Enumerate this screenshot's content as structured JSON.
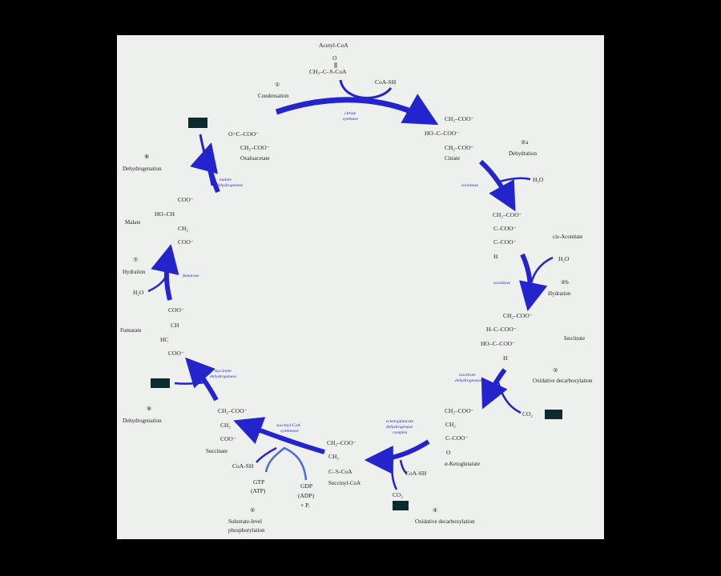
{
  "colors": {
    "background": "#000000",
    "panel": "#eef0ee",
    "arrow": "#2424cc",
    "arrow_light": "#4a6ad8",
    "enzyme_text": "#2a2ad0",
    "cofactor_box": "#0d2b2e"
  },
  "compounds": {
    "acetyl_coa": {
      "name": "Acetyl-CoA",
      "formula": "CH₃–C–S-CoA"
    },
    "coa_sh_top": "CoA-SH",
    "oxaloacetate": {
      "name": "Oxaloacetate",
      "line1": "O=C–COO⁻",
      "line2": "CH₂–COO⁻"
    },
    "citrate": {
      "name": "Citrate",
      "line1": "CH₂–COO⁻",
      "line2": "HO–C–COO⁻",
      "line3": "CH₂–COO⁻"
    },
    "h2o_1": "H₂O",
    "cis_aconitate": {
      "name": "cis-Aconitate",
      "line1": "CH₂–COO⁻",
      "line2": "C–COO⁻",
      "line3": "C–COO⁻",
      "line4": "H"
    },
    "h2o_2": "H₂O",
    "isocitrate": {
      "name": "Isocitrate",
      "line1": "CH₂–COO⁻",
      "line2": "H–C–COO⁻",
      "line3": "HO–C–COO⁻",
      "line4": "H"
    },
    "co2_1": "CO₂",
    "alpha_kg": {
      "name": "α-Ketoglutarate",
      "line1": "CH₂–COO⁻",
      "line2": "CH₂",
      "line3": "C–COO⁻",
      "line4": "O"
    },
    "coa_sh_2": "CoA-SH",
    "co2_2": "CO₂",
    "succinyl_coa": {
      "name": "Succinyl-CoA",
      "line1": "CH₂–COO⁻",
      "line2": "CH₂",
      "line3": "C–S-CoA"
    },
    "gdp": {
      "line1": "GDP",
      "line2": "(ADP)",
      "line3": "+ Pᵢ"
    },
    "gtp": {
      "line1": "GTP",
      "line2": "(ATP)"
    },
    "coa_sh_3": "CoA-SH",
    "succinate": {
      "name": "Succinate",
      "line1": "CH₂–COO⁻",
      "line2": "CH₂",
      "line3": "COO⁻"
    },
    "fumarate": {
      "name": "Fumarate",
      "line1": "COO⁻",
      "line2": "CH",
      "line3": "HC",
      "line4": "COO⁻"
    },
    "h2o_3": "H₂O",
    "malate": {
      "name": "Malate",
      "line1": "COO⁻",
      "line2": "HO–CH",
      "line3": "CH₂",
      "line4": "COO⁻"
    }
  },
  "steps": [
    {
      "num": "①",
      "label": "Condensation"
    },
    {
      "num": "②a",
      "label": "Dehydration"
    },
    {
      "num": "②b",
      "label": "Hydration"
    },
    {
      "num": "③",
      "label": "Oxidative decarboxylation"
    },
    {
      "num": "④",
      "label": "Oxidative decarboxylation"
    },
    {
      "num": "⑤",
      "label": "Substrate-level phosphorylation"
    },
    {
      "num": "⑥",
      "label": "Dehydrogenation"
    },
    {
      "num": "⑦",
      "label": "Hydration"
    },
    {
      "num": "⑧",
      "label": "Dehydrogenation"
    }
  ],
  "enzymes": {
    "citrate_synthase": {
      "line1": "citrate",
      "line2": "synthase"
    },
    "aconitase_1": "aconitase",
    "aconitase_2": "aconitase",
    "isocitrate_dh": {
      "line1": "isocitrate",
      "line2": "dehydrogenase"
    },
    "akg_dh": {
      "line1": "α-ketoglutarate",
      "line2": "dehydrogenase",
      "line3": "complex"
    },
    "succinyl_coa_synthetase": {
      "line1": "succinyl-CoA",
      "line2": "synthetase"
    },
    "succinate_dh": {
      "line1": "succinate",
      "line2": "dehydrogenase"
    },
    "fumarase": "fumarase",
    "malate_dh": {
      "line1": "malate",
      "line2": "dehydrogenase"
    }
  }
}
